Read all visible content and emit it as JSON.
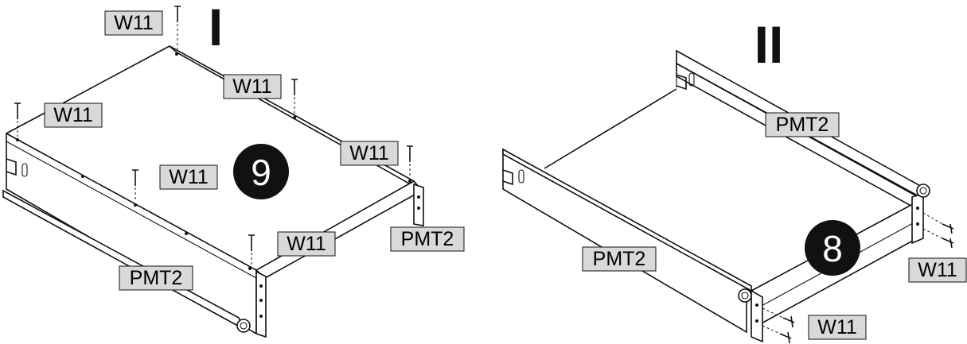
{
  "diagram": {
    "left": {
      "panel_numeral": "I",
      "step_number": "9",
      "labels": [
        "W11",
        "W11",
        "W11",
        "W11",
        "W11",
        "W11",
        "PMT2",
        "PMT2"
      ]
    },
    "right": {
      "panel_numeral": "II",
      "step_number": "8",
      "labels": [
        "PMT2",
        "PMT2",
        "W11",
        "W11"
      ]
    }
  }
}
